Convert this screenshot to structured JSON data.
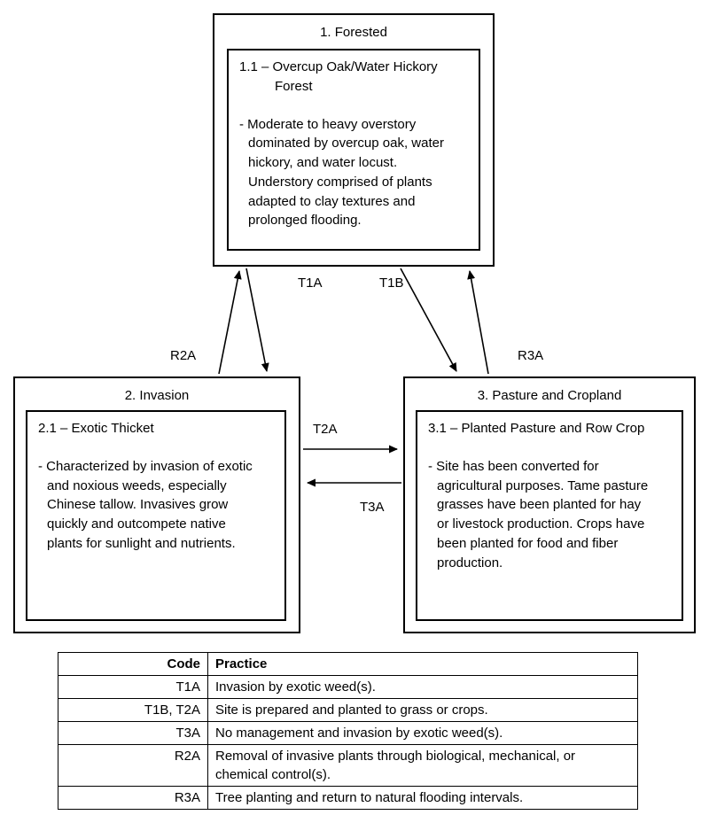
{
  "diagram": {
    "boxes": [
      {
        "title": "1. Forested",
        "subtitle": "1.1 – Overcup Oak/Water Hickory\nForest",
        "description": "- Moderate to heavy overstory\ndominated by overcup oak, water\nhickory, and water locust.\nUnderstory comprised of plants\nadapted to clay textures and\nprolonged flooding."
      },
      {
        "title": "2. Invasion",
        "subtitle": "2.1 – Exotic Thicket",
        "description": "- Characterized by invasion of exotic\nand noxious weeds, especially\nChinese tallow.  Invasives grow\nquickly and outcompete native\nplants for sunlight and nutrients."
      },
      {
        "title": "3. Pasture and Cropland",
        "subtitle": "3.1 – Planted Pasture and Row Crop",
        "description": "- Site has been converted for\nagricultural purposes. Tame pasture\ngrasses have been planted for hay\nor livestock production. Crops have\nbeen planted for food and fiber\nproduction."
      }
    ],
    "arrow_labels": {
      "t1a": "T1A",
      "t1b": "T1B",
      "t2a": "T2A",
      "t3a": "T3A",
      "r2a": "R2A",
      "r3a": "R3A"
    }
  },
  "table": {
    "headers": [
      "Code",
      "Practice"
    ],
    "rows": [
      {
        "code": "T1A",
        "practice": "Invasion by exotic weed(s)."
      },
      {
        "code": "T1B, T2A",
        "practice": "Site is prepared and planted to grass or crops."
      },
      {
        "code": "T3A",
        "practice": "No management and invasion by exotic weed(s)."
      },
      {
        "code": "R2A",
        "practice": "Removal of invasive plants through biological, mechanical, or chemical control(s)."
      },
      {
        "code": "R3A",
        "practice": "Tree planting and return to natural flooding intervals."
      }
    ]
  },
  "colors": {
    "line": "#000000",
    "background": "#ffffff",
    "text": "#000000"
  }
}
